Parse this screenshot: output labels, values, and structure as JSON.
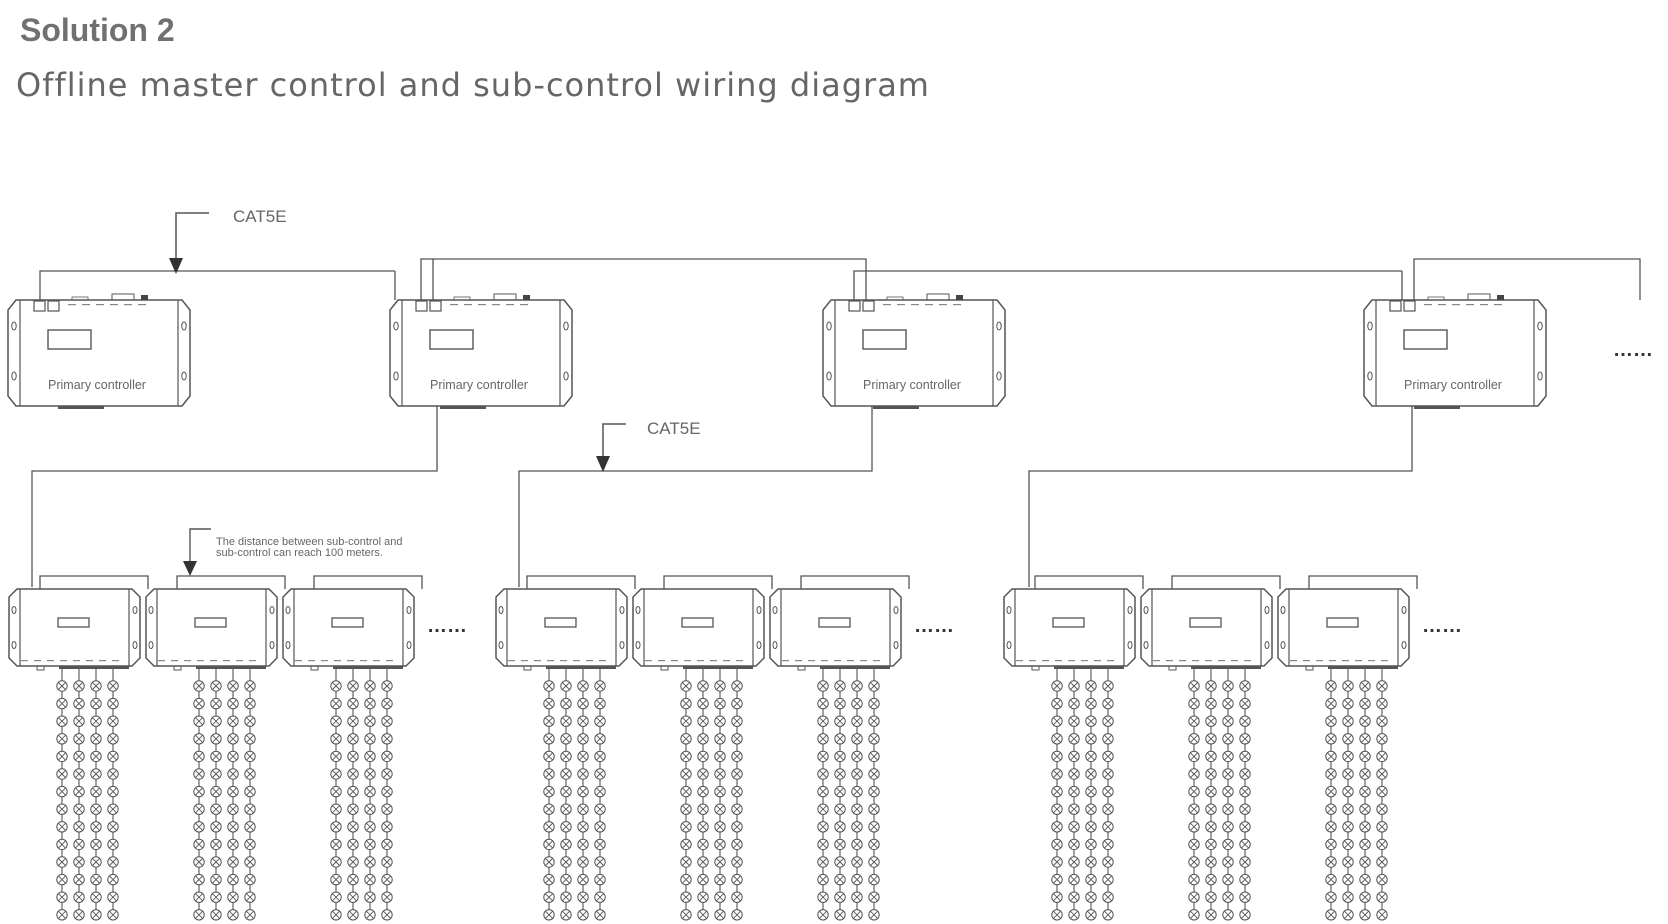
{
  "header": {
    "solution": "Solution 2",
    "title": "Offline master control and sub-control wiring diagram"
  },
  "labels": {
    "cable_top": "CAT5E",
    "cable_mid": "CAT5E",
    "distance_line1": "The distance between sub-control and",
    "distance_line2": "sub-control can reach 100 meters.",
    "primary_controller": "Primary controller",
    "ellipsis": "……"
  },
  "diagram": {
    "primary_controller_count": 4,
    "sub_controller_groups": 3,
    "sub_controllers_per_group": 3,
    "light_strands_per_sub": 4
  },
  "colors": {
    "line": "#555555",
    "text": "#666666",
    "heading": "#707070"
  }
}
